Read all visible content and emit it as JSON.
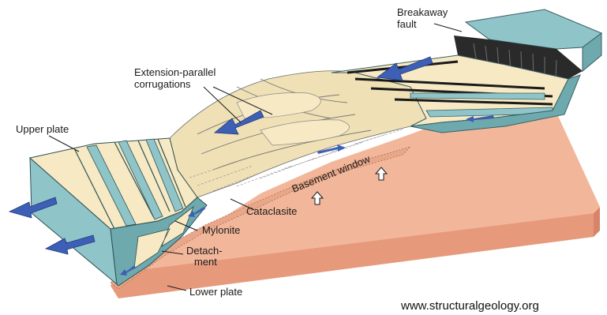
{
  "labels": {
    "breakaway_fault_line1": "Breakaway",
    "breakaway_fault_line2": "fault",
    "corrugations_line1": "Extension-parallel",
    "corrugations_line2": "corrugations",
    "upper_plate": "Upper plate",
    "basement_window": "Basement window",
    "cataclasite": "Cataclasite",
    "mylonite": "Mylonite",
    "detachment_line1": "Detach-",
    "detachment_line2": "ment",
    "lower_plate": "Lower plate"
  },
  "watermark": "www.structuralgeology.org",
  "colors": {
    "lower_plate_top": "#f2b79a",
    "lower_plate_front": "#e69a7b",
    "lower_plate_side": "#d8846a",
    "upper_plate_blue": "#8fc4c8",
    "upper_plate_blue_dark": "#6ea9ae",
    "upper_plate_cream": "#f6e9c3",
    "corrugation_cream": "#efe0b5",
    "arrow_blue": "#3d5fb5",
    "breakaway_dark": "#2a2a2a"
  },
  "icons": [
    "extension-arrow-icon",
    "slip-arrow-icon",
    "uplift-arrow-icon"
  ]
}
